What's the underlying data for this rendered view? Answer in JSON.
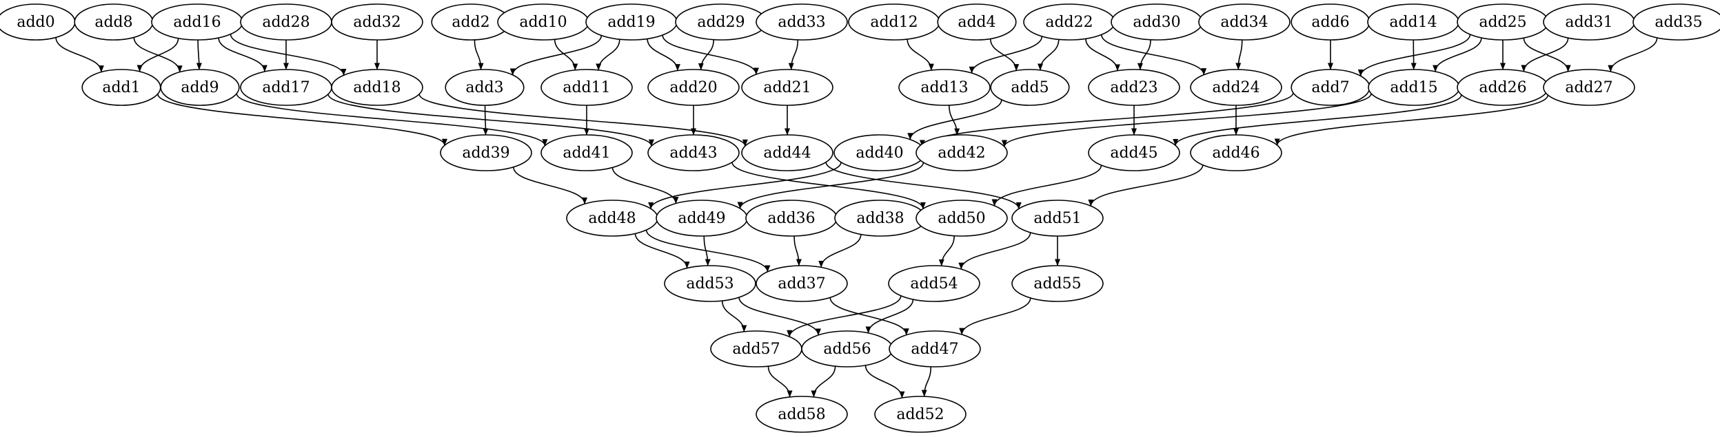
{
  "graph": {
    "nodes": [
      "add0",
      "add8",
      "add16",
      "add28",
      "add32",
      "add2",
      "add10",
      "add19",
      "add29",
      "add33",
      "add12",
      "add4",
      "add22",
      "add30",
      "add34",
      "add6",
      "add14",
      "add25",
      "add31",
      "add35",
      "add1",
      "add9",
      "add17",
      "add18",
      "add3",
      "add11",
      "add20",
      "add21",
      "add13",
      "add5",
      "add23",
      "add24",
      "add7",
      "add15",
      "add26",
      "add27",
      "add39",
      "add41",
      "add43",
      "add44",
      "add40",
      "add42",
      "add45",
      "add46",
      "add48",
      "add49",
      "add36",
      "add38",
      "add50",
      "add51",
      "add53",
      "add37",
      "add54",
      "add55",
      "add57",
      "add56",
      "add47",
      "add58",
      "add52"
    ],
    "edges": [
      [
        "add0",
        "add1"
      ],
      [
        "add8",
        "add9"
      ],
      [
        "add16",
        "add1"
      ],
      [
        "add16",
        "add9"
      ],
      [
        "add16",
        "add17"
      ],
      [
        "add16",
        "add18"
      ],
      [
        "add28",
        "add17"
      ],
      [
        "add32",
        "add18"
      ],
      [
        "add2",
        "add3"
      ],
      [
        "add10",
        "add11"
      ],
      [
        "add19",
        "add3"
      ],
      [
        "add19",
        "add11"
      ],
      [
        "add19",
        "add20"
      ],
      [
        "add19",
        "add21"
      ],
      [
        "add29",
        "add20"
      ],
      [
        "add33",
        "add21"
      ],
      [
        "add12",
        "add13"
      ],
      [
        "add4",
        "add5"
      ],
      [
        "add22",
        "add13"
      ],
      [
        "add22",
        "add5"
      ],
      [
        "add22",
        "add23"
      ],
      [
        "add22",
        "add24"
      ],
      [
        "add30",
        "add23"
      ],
      [
        "add34",
        "add24"
      ],
      [
        "add6",
        "add7"
      ],
      [
        "add14",
        "add15"
      ],
      [
        "add25",
        "add7"
      ],
      [
        "add25",
        "add15"
      ],
      [
        "add25",
        "add26"
      ],
      [
        "add25",
        "add27"
      ],
      [
        "add31",
        "add26"
      ],
      [
        "add35",
        "add27"
      ],
      [
        "add1",
        "add39"
      ],
      [
        "add9",
        "add41"
      ],
      [
        "add17",
        "add43"
      ],
      [
        "add18",
        "add44"
      ],
      [
        "add3",
        "add39"
      ],
      [
        "add11",
        "add41"
      ],
      [
        "add20",
        "add43"
      ],
      [
        "add21",
        "add44"
      ],
      [
        "add5",
        "add40"
      ],
      [
        "add13",
        "add42"
      ],
      [
        "add23",
        "add45"
      ],
      [
        "add24",
        "add46"
      ],
      [
        "add7",
        "add40"
      ],
      [
        "add15",
        "add42"
      ],
      [
        "add26",
        "add45"
      ],
      [
        "add27",
        "add46"
      ],
      [
        "add39",
        "add48"
      ],
      [
        "add40",
        "add48"
      ],
      [
        "add41",
        "add49"
      ],
      [
        "add42",
        "add49"
      ],
      [
        "add43",
        "add50"
      ],
      [
        "add45",
        "add50"
      ],
      [
        "add44",
        "add51"
      ],
      [
        "add46",
        "add51"
      ],
      [
        "add48",
        "add53"
      ],
      [
        "add49",
        "add53"
      ],
      [
        "add48",
        "add37"
      ],
      [
        "add36",
        "add37"
      ],
      [
        "add38",
        "add37"
      ],
      [
        "add50",
        "add54"
      ],
      [
        "add51",
        "add54"
      ],
      [
        "add51",
        "add55"
      ],
      [
        "add53",
        "add57"
      ],
      [
        "add54",
        "add57"
      ],
      [
        "add53",
        "add56"
      ],
      [
        "add54",
        "add56"
      ],
      [
        "add37",
        "add47"
      ],
      [
        "add55",
        "add47"
      ],
      [
        "add57",
        "add58"
      ],
      [
        "add56",
        "add58"
      ],
      [
        "add56",
        "add52"
      ],
      [
        "add47",
        "add52"
      ]
    ]
  }
}
